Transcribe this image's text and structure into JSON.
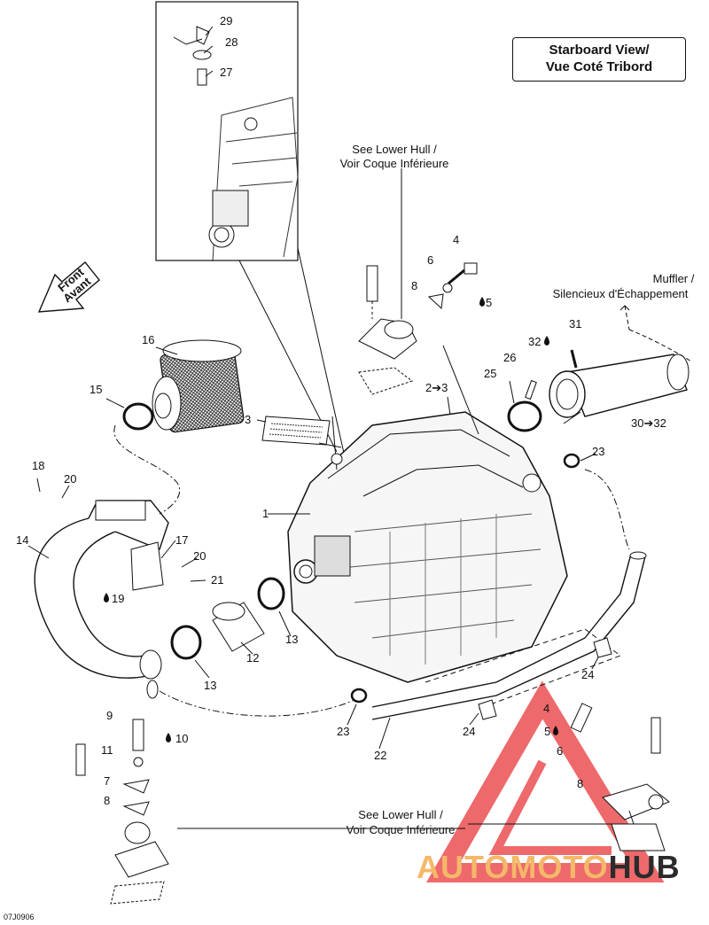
{
  "view_title_line1": "Starboard View/",
  "view_title_line2": "Vue Coté Tribord",
  "see_lower_hull_top_line1": "See Lower Hull /",
  "see_lower_hull_top_line2": "Voir Coque Inférieure",
  "see_lower_hull_bottom_line1": "See Lower Hull /",
  "see_lower_hull_bottom_line2": "Voir Coque Inférieure",
  "muffler_line1": "Muffler /",
  "muffler_line2": "Silencieux d'Échappement",
  "front_line1": "Front",
  "front_line2": "Avant",
  "drawing_code": "07J0906",
  "watermark_part1": "AUTOMOTO",
  "watermark_part2": "HUB",
  "part_labels": {
    "p1": "1",
    "p2_3": "2➔3",
    "p3": "3",
    "p4a": "4",
    "p4b": "4",
    "p5a": "5",
    "p5b": "5",
    "p6a": "6",
    "p6b": "6",
    "p7": "7",
    "p8a": "8",
    "p8b": "8",
    "p8c": "8",
    "p9": "9",
    "p10": "10",
    "p11": "11",
    "p12": "12",
    "p13a": "13",
    "p13b": "13",
    "p14": "14",
    "p15": "15",
    "p16": "16",
    "p17": "17",
    "p18": "18",
    "p19": "19",
    "p20a": "20",
    "p20b": "20",
    "p21": "21",
    "p22": "22",
    "p23a": "23",
    "p23b": "23",
    "p24a": "24",
    "p24b": "24",
    "p25": "25",
    "p26": "26",
    "p27": "27",
    "p28": "28",
    "p29": "29",
    "p30_32": "30➔32",
    "p31": "31",
    "p32": "32"
  },
  "colors": {
    "line": "#111111",
    "watermark_red": "#e8383a",
    "watermark_orange": "#f4b86a"
  }
}
